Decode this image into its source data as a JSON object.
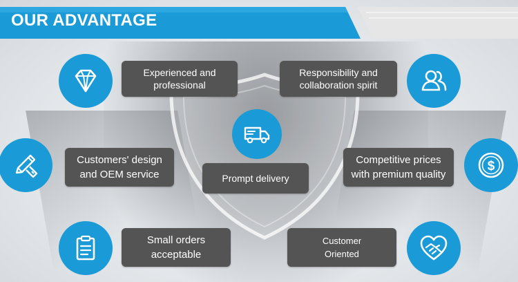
{
  "header": {
    "title": "OUR ADVANTAGE",
    "colors": {
      "accent": "#1a9ad6",
      "pill_bg": "#545454",
      "banner_gray": "#e6e6e6"
    }
  },
  "features": [
    {
      "label": "Experienced and\nprofessional",
      "icon": "diamond-icon"
    },
    {
      "label": "Responsibility and\ncollaboration spirit",
      "icon": "users-icon"
    },
    {
      "label": "Customers' design\nand OEM service",
      "icon": "design-tools-icon"
    },
    {
      "label": "Prompt delivery",
      "icon": "delivery-truck-icon"
    },
    {
      "label": "Competitive prices\nwith premium quality",
      "icon": "dollar-coin-icon"
    },
    {
      "label": "Small orders\nacceptable",
      "icon": "clipboard-icon"
    },
    {
      "label": "Customer\nOriented",
      "icon": "heart-handshake-icon"
    }
  ]
}
